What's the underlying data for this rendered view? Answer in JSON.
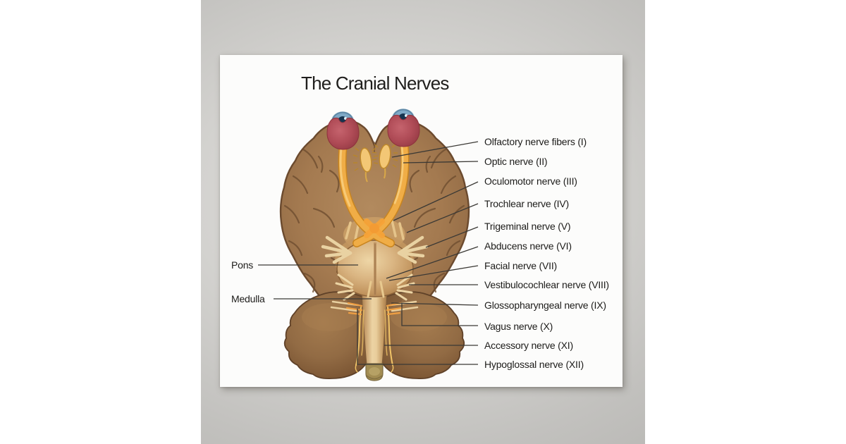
{
  "page": {
    "background": "#ffffff"
  },
  "photo": {
    "wall_color_light": "#dedddb",
    "wall_color_dark": "#b3b2af"
  },
  "poster": {
    "title": "The Cranial Nerves",
    "title_color": "#1f1e1c",
    "background": "#fcfcfb",
    "label_color": "#1d1c1a",
    "leader_line_color": "#3b3935",
    "left_labels": [
      {
        "text": "Pons"
      },
      {
        "text": "Medulla"
      }
    ],
    "nerve_labels": [
      {
        "text": "Olfactory nerve fibers (I)"
      },
      {
        "text": "Optic nerve (II)"
      },
      {
        "text": "Oculomotor nerve (III)"
      },
      {
        "text": "Trochlear nerve (IV)"
      },
      {
        "text": "Trigeminal nerve (V)"
      },
      {
        "text": "Abducens nerve (VI)"
      },
      {
        "text": "Facial nerve (VII)"
      },
      {
        "text": "Vestibulocochlear nerve (VIII)"
      },
      {
        "text": "Glossopharyngeal nerve (IX)"
      },
      {
        "text": "Vagus nerve (X)"
      },
      {
        "text": "Accessory nerve (XI)"
      },
      {
        "text": "Hypoglossal nerve (XII)"
      }
    ],
    "illustration": {
      "subject": "inferior-view-of-brain-with-cranial-nerves",
      "brain_color": "#a47a50",
      "cerebellum_color": "#8d6640",
      "pons_color": "#d9b57f",
      "medulla_color": "#e7cd9d",
      "nerve_color": "#f0ad46",
      "eye_color": "#b04c57",
      "iris_color": "#7fa9c6"
    }
  }
}
